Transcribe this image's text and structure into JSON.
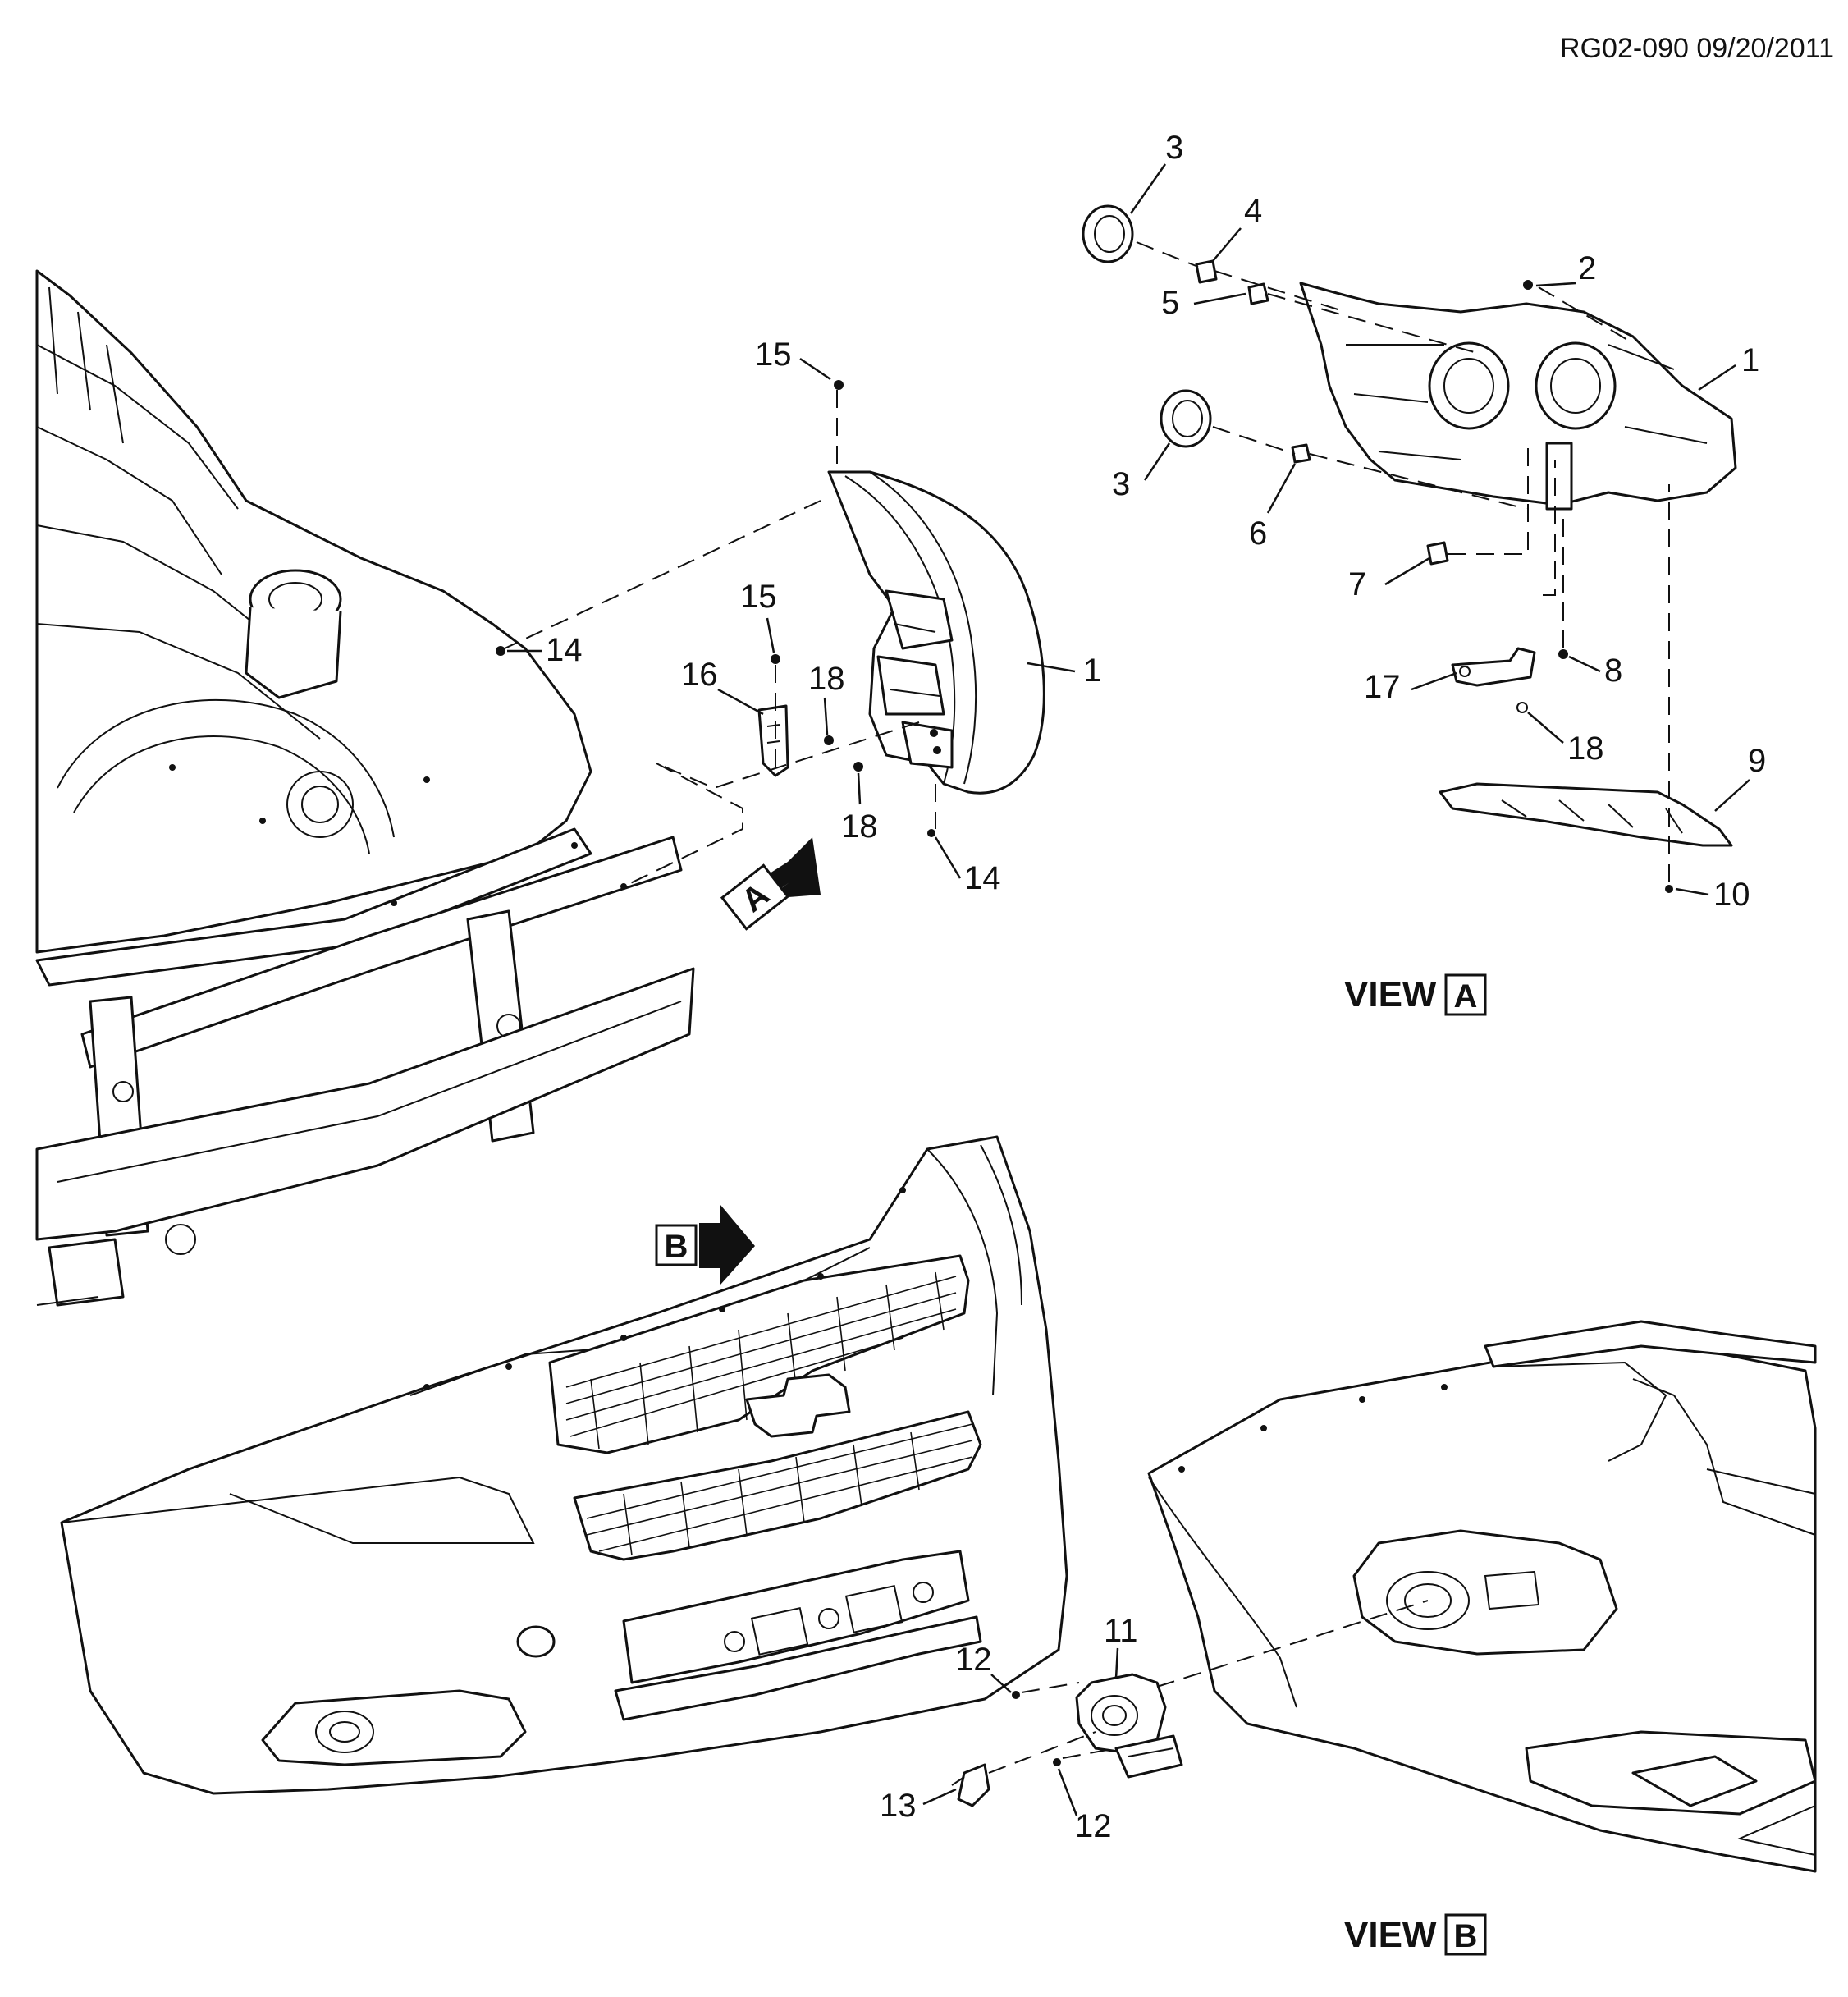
{
  "document": {
    "id_date": "RG02-090 09/20/2011"
  },
  "views": {
    "a": {
      "word": "VIEW",
      "letter": "A"
    },
    "b": {
      "word": "VIEW",
      "letter": "B"
    }
  },
  "arrows": {
    "a": "A",
    "b": "B"
  },
  "callouts": {
    "main": {
      "c15_top": "15",
      "c14_upper": "14",
      "c15_mid": "15",
      "c16": "16",
      "c18_upper": "18",
      "c18_lower": "18",
      "c1": "1",
      "c14_lower": "14"
    },
    "view_a": {
      "c3_top": "3",
      "c4": "4",
      "c2": "2",
      "c5": "5",
      "c1": "1",
      "c3_mid": "3",
      "c6": "6",
      "c7": "7",
      "c17": "17",
      "c8": "8",
      "c18": "18",
      "c9": "9",
      "c10": "10"
    },
    "view_b": {
      "c11": "11",
      "c12_upper": "12",
      "c12_lower": "12",
      "c13": "13"
    }
  }
}
